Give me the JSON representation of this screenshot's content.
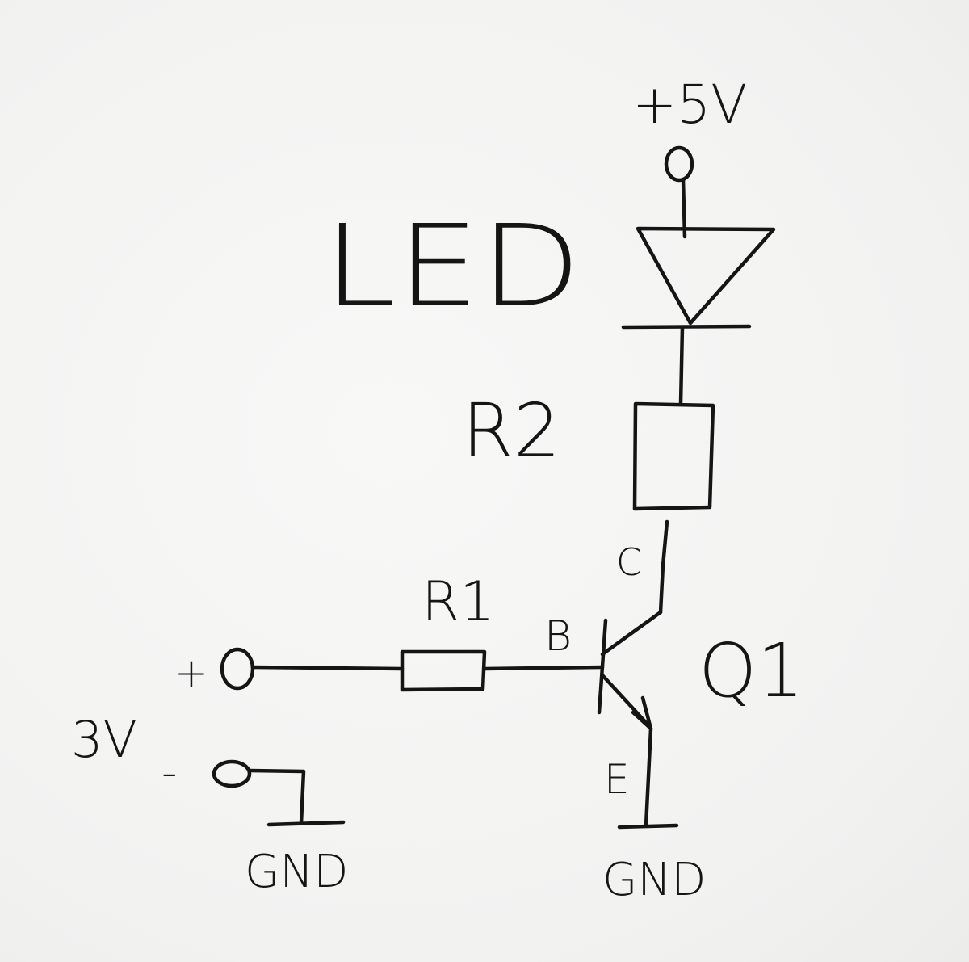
{
  "labels": {
    "supply": "+5V",
    "led": "LED",
    "r2": "R2",
    "collector": "C",
    "r1": "R1",
    "base": "B",
    "transistor": "Q1",
    "input_plus": "+",
    "input_voltage": "3V",
    "input_minus": "-",
    "emitter": "E",
    "gnd_left": "GND",
    "gnd_right": "GND"
  },
  "colors": {
    "ink": "#151515",
    "paper": "#f4f4f3"
  }
}
